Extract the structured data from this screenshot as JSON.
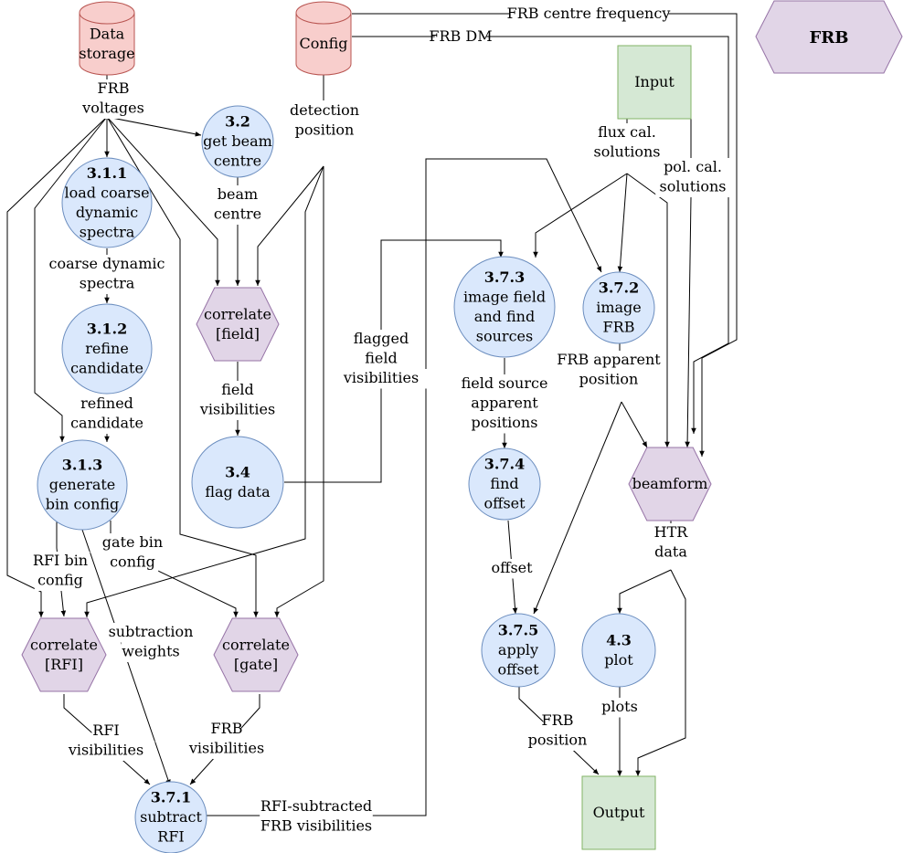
{
  "legend": {
    "label": "FRB"
  },
  "colors": {
    "task_fill": "#dae8fc",
    "task_stroke": "#6c8ebf",
    "correlate_fill": "#e1d5e7",
    "correlate_stroke": "#9673a6",
    "io_fill": "#d5e8d4",
    "io_stroke": "#82b366",
    "storage_fill": "#f8cecc",
    "storage_stroke": "#b85450"
  },
  "nodes": {
    "data_storage": {
      "lines": [
        "Data",
        "storage"
      ]
    },
    "config": {
      "lines": [
        "Config"
      ]
    },
    "input": {
      "lines": [
        "Input"
      ]
    },
    "output": {
      "lines": [
        "Output"
      ]
    },
    "n3_2": {
      "number": "3.2",
      "lines": [
        "get beam",
        "centre"
      ]
    },
    "n3_1_1": {
      "number": "3.1.1",
      "lines": [
        "load coarse",
        "dynamic",
        "spectra"
      ]
    },
    "n3_1_2": {
      "number": "3.1.2",
      "lines": [
        "refine",
        "candidate"
      ]
    },
    "n3_1_3": {
      "number": "3.1.3",
      "lines": [
        "generate",
        "bin config"
      ]
    },
    "n3_4": {
      "number": "3.4",
      "lines": [
        "flag data"
      ]
    },
    "n3_7_1": {
      "number": "3.7.1",
      "lines": [
        "subtract",
        "RFI"
      ]
    },
    "n3_7_2": {
      "number": "3.7.2",
      "lines": [
        "image",
        "FRB"
      ]
    },
    "n3_7_3": {
      "number": "3.7.3",
      "lines": [
        "image field",
        "and find",
        "sources"
      ]
    },
    "n3_7_4": {
      "number": "3.7.4",
      "lines": [
        "find",
        "offset"
      ]
    },
    "n3_7_5": {
      "number": "3.7.5",
      "lines": [
        "apply",
        "offset"
      ]
    },
    "n4_3": {
      "number": "4.3",
      "lines": [
        "plot"
      ]
    },
    "corr_field": {
      "lines": [
        "correlate",
        "[field]"
      ]
    },
    "corr_rfi": {
      "lines": [
        "correlate",
        "[RFI]"
      ]
    },
    "corr_gate": {
      "lines": [
        "correlate",
        "[gate]"
      ]
    },
    "beamform": {
      "lines": [
        "beamform"
      ]
    }
  },
  "edge_labels": {
    "frb_centre_freq": [
      "FRB centre frequency"
    ],
    "frb_dm": [
      "FRB DM"
    ],
    "frb_voltages": [
      "FRB",
      "voltages"
    ],
    "detection_position": [
      "detection",
      "position"
    ],
    "beam_centre": [
      "beam",
      "centre"
    ],
    "coarse_dynamic_spectra": [
      "coarse dynamic",
      "spectra"
    ],
    "refined_candidate": [
      "refined",
      "candidate"
    ],
    "field_visibilities": [
      "field",
      "visibilities"
    ],
    "flagged_field_visibilities": [
      "flagged",
      "field",
      "visibilities"
    ],
    "flux_cal_solutions": [
      "flux cal.",
      "solutions"
    ],
    "pol_cal_solutions": [
      "pol. cal.",
      "solutions"
    ],
    "frb_apparent_position": [
      "FRB apparent",
      "position"
    ],
    "field_source_apparent_positions": [
      "field source",
      "apparent",
      "positions"
    ],
    "offset": [
      "offset"
    ],
    "htr_data": [
      "HTR",
      "data"
    ],
    "rfi_bin_config": [
      "RFI bin",
      "config"
    ],
    "gate_bin_config": [
      "gate bin",
      "config"
    ],
    "subtraction_weights": [
      "subtraction",
      "weights"
    ],
    "rfi_visibilities": [
      "RFI",
      "visibilities"
    ],
    "frb_visibilities": [
      "FRB",
      "visibilities"
    ],
    "rfi_subtracted": [
      "RFI-subtracted",
      "FRB visibilities"
    ],
    "frb_position": [
      "FRB",
      "position"
    ],
    "plots": [
      "plots"
    ]
  }
}
